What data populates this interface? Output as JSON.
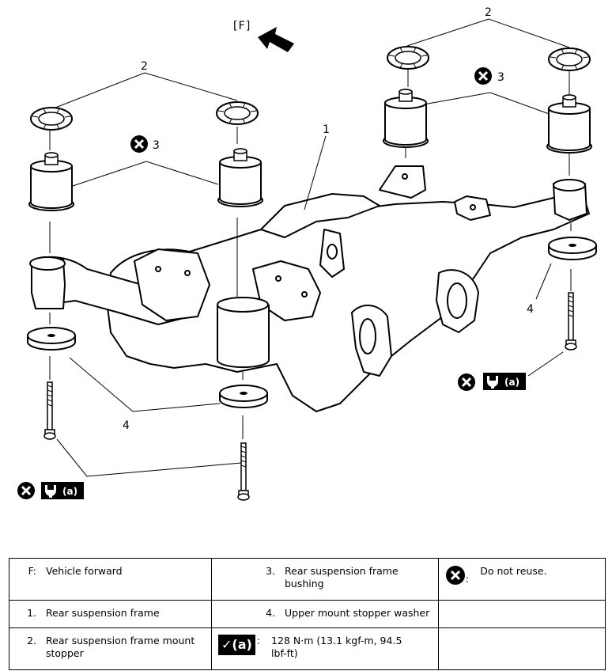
{
  "diagram": {
    "direction_label": "[F]",
    "callouts": {
      "frame": "1",
      "stopper_left": "2",
      "stopper_right": "2",
      "bushing_left": "3",
      "bushing_right": "3",
      "washer_left": "4",
      "washer_right": "4"
    },
    "torque_marker": "(a)"
  },
  "legend": {
    "rows": [
      [
        {
          "num": "F:",
          "text": "Vehicle forward"
        },
        {
          "num": "3.",
          "text": "Rear suspension frame bushing"
        },
        {
          "icon": "do-not-reuse-icon",
          "sep": ":",
          "text": "Do not reuse."
        }
      ],
      [
        {
          "num": "1.",
          "text": "Rear suspension frame"
        },
        {
          "num": "4.",
          "text": "Upper mount stopper washer"
        },
        {
          "text": ""
        }
      ],
      [
        {
          "num": "2.",
          "text": "Rear suspension frame mount stopper"
        },
        {
          "icon": "torque-wrench-icon",
          "badge": "(a)",
          "sep": ":",
          "text": "128 N·m (13.1 kgf-m, 94.5 lbf-ft)"
        },
        {
          "text": ""
        }
      ]
    ]
  }
}
